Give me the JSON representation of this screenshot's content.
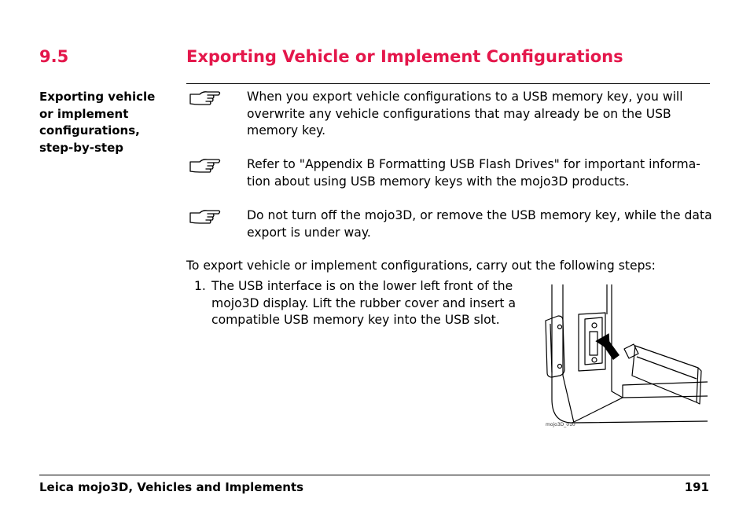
{
  "section": {
    "number": "9.5",
    "title": "Exporting Vehicle or Implement Configurations"
  },
  "sidebar": {
    "heading": "Exporting vehicle or implement configurations, step-by-step"
  },
  "notes": [
    {
      "icon": "pointing-hand-icon",
      "text": "When you export vehicle configurations to a USB memory key, you will overwrite any vehicle configurations that may already be on the USB memory key."
    },
    {
      "icon": "pointing-hand-icon",
      "text": "Refer to \"Appendix B Formatting USB Flash Drives\" for important informa-tion about using USB memory keys with the mojo3D products."
    },
    {
      "icon": "pointing-hand-icon",
      "text": "Do not turn off the mojo3D, or remove the USB memory key, while the data export is under way."
    }
  ],
  "intro": "To export vehicle or implement configurations, carry out the following steps:",
  "steps": [
    {
      "number": "1.",
      "text": "The USB interface is on the lower left front of the mojo3D display. Lift the rubber cover and insert a compatible USB memory key into the USB slot."
    }
  ],
  "figure": {
    "label": "mojo3D_010"
  },
  "footer": {
    "left": "Leica mojo3D, Vehicles and Implements",
    "page": "191"
  }
}
